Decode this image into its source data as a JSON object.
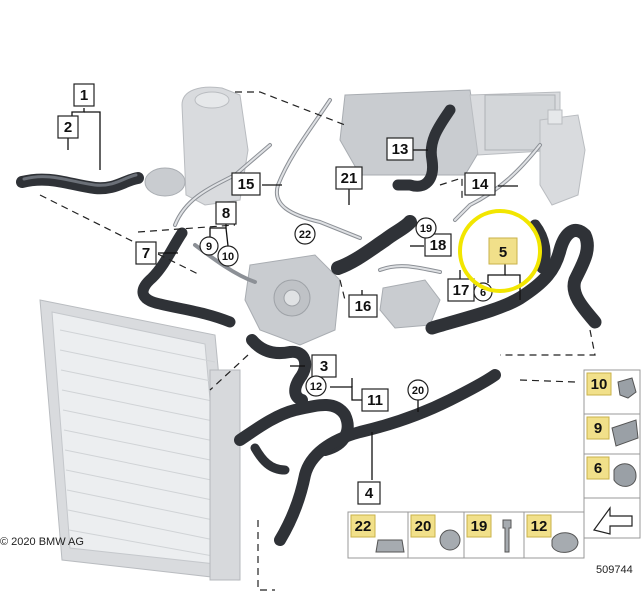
{
  "callouts": {
    "c1": "1",
    "c2": "2",
    "c3": "3",
    "c4": "4",
    "c5": "5",
    "c6": "6",
    "c7": "7",
    "c8": "8",
    "c9": "9",
    "c10": "10",
    "c11": "11",
    "c12": "12",
    "c13": "13",
    "c14": "14",
    "c15": "15",
    "c16": "16",
    "c17": "17",
    "c18": "18",
    "c19": "19",
    "c20": "20",
    "c21": "21",
    "c22": "22"
  },
  "legend_side": [
    "10",
    "9",
    "6"
  ],
  "legend_bottom": [
    "22",
    "20",
    "19",
    "12"
  ],
  "highlight_color": "#f2e600",
  "footer": {
    "copyright": "© 2020 BMW AG",
    "diagram_number": "509744"
  }
}
